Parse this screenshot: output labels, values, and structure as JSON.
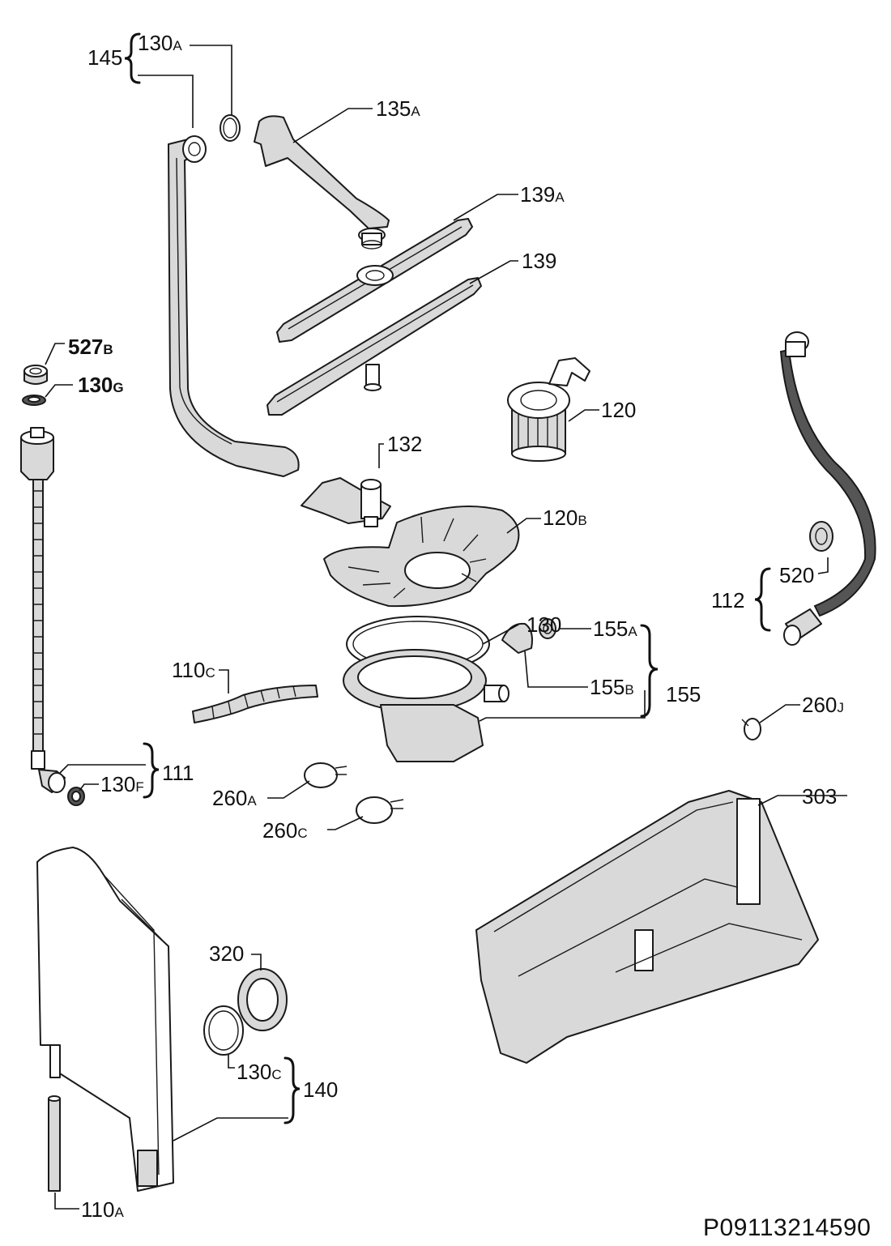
{
  "document_id": "P09113214590",
  "callouts": {
    "c145": {
      "num": "145"
    },
    "c130a": {
      "num": "130",
      "suffix": "A"
    },
    "c135a": {
      "num": "135",
      "suffix": "A"
    },
    "c139a": {
      "num": "139",
      "suffix": "A"
    },
    "c139": {
      "num": "139"
    },
    "c527b": {
      "num": "527",
      "suffix": "B"
    },
    "c130g": {
      "num": "130",
      "suffix": "G"
    },
    "c120": {
      "num": "120"
    },
    "c132": {
      "num": "132"
    },
    "c120b": {
      "num": "120",
      "suffix": "B"
    },
    "c520": {
      "num": "520"
    },
    "c112": {
      "num": "112"
    },
    "c130": {
      "num": "130"
    },
    "c155a": {
      "num": "155",
      "suffix": "A"
    },
    "c155b": {
      "num": "155",
      "suffix": "B"
    },
    "c155": {
      "num": "155"
    },
    "c110c": {
      "num": "110",
      "suffix": "C"
    },
    "c260j": {
      "num": "260",
      "suffix": "J"
    },
    "c111": {
      "num": "111"
    },
    "c130f": {
      "num": "130",
      "suffix": "F"
    },
    "c260a": {
      "num": "260",
      "suffix": "A"
    },
    "c260c": {
      "num": "260",
      "suffix": "C"
    },
    "c303": {
      "num": "303"
    },
    "c320": {
      "num": "320"
    },
    "c130c": {
      "num": "130",
      "suffix": "C"
    },
    "c140": {
      "num": "140"
    },
    "c110a": {
      "num": "110",
      "suffix": "A"
    }
  }
}
